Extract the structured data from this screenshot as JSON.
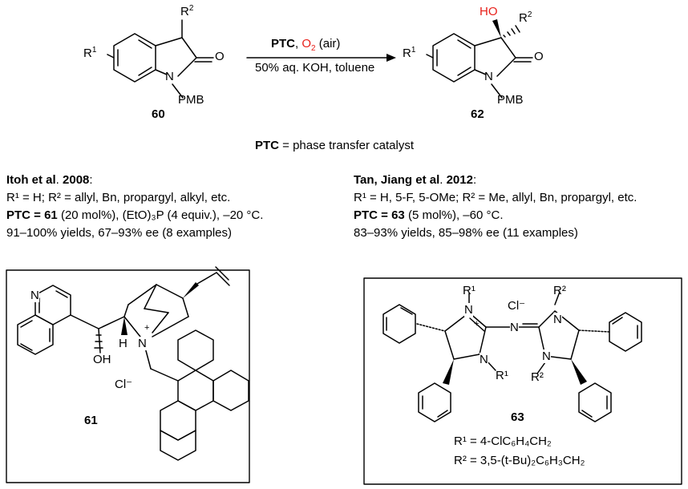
{
  "reaction": {
    "reagent_top_ptc": "PTC",
    "reagent_top_sep": ", ",
    "reagent_top_o2": "O",
    "reagent_top_o2_sub": "2",
    "reagent_top_air": " (air)",
    "reagent_bottom": "50% aq. KOH, toluene",
    "start_label": "60",
    "product_label": "62",
    "hydroxy": "HO",
    "r1": "R",
    "r1_sup": "1",
    "r2": "R",
    "r2_sup": "2",
    "n_sub": "PMB",
    "oxo": "O",
    "n_atom": "N",
    "o2_color": "#e8201a"
  },
  "definition": {
    "abbr": "PTC",
    "text": " = phase transfer catalyst"
  },
  "left_ref": {
    "authors": "Itoh et al",
    "dot": ". ",
    "year": "2008",
    "colon": ":",
    "line1": "R¹ = H; R² = allyl, Bn, propargyl, alkyl, etc.",
    "line2_bold": "PTC = 61",
    "line2_rest": " (20 mol%), (EtO)₃P (4 equiv.), –20 °C.",
    "line3": "91–100% yields, 67–93% ee (8 examples)"
  },
  "right_ref": {
    "authors": "Tan, Jiang et al",
    "dot": ". ",
    "year": "2012",
    "colon": ":",
    "line1": "R¹ = H, 5-F, 5-OMe; R² = Me, allyl, Bn, propargyl, etc.",
    "line2_bold": "PTC = 63",
    "line2_rest": " (5 mol%),  –60 °C.",
    "line3": "83–93% yields, 85–98% ee (11 examples)"
  },
  "cat61": {
    "label": "61",
    "quin_n": "N",
    "oh": "OH",
    "h": "H",
    "n_plus": "N",
    "plus": "+",
    "counterion": "Cl⁻"
  },
  "cat63": {
    "label": "63",
    "counterion": "Cl⁻",
    "n": "N",
    "plus": "+",
    "r1": "R¹",
    "r2": "R²",
    "def1": "R¹ = 4-ClC₆H₄CH₂",
    "def2": "R² = 3,5-(t-Bu)₂C₆H₃CH₂"
  }
}
